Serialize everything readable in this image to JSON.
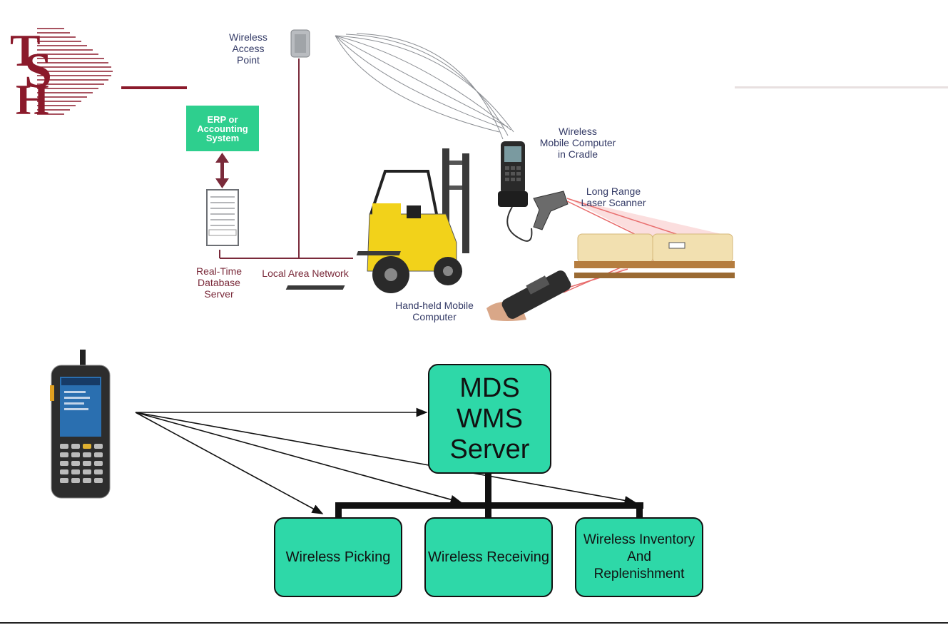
{
  "network_diagram": {
    "labels": {
      "access_point": "Wireless\nAccess\nPoint",
      "erp": "ERP or\nAccounting\nSystem",
      "db_server": "Real-Time\nDatabase\nServer",
      "lan": "Local Area Network",
      "mobile_cradle": "Wireless\nMobile Computer\nin Cradle",
      "laser_scanner": "Long Range\nLaser Scanner",
      "handheld": "Hand-held Mobile\nComputer"
    }
  },
  "wms_diagram": {
    "server": "MDS\nWMS\nServer",
    "modules": [
      "Wireless Picking",
      "Wireless Receiving",
      "Wireless Inventory\nAnd\nReplenishment"
    ]
  },
  "colors": {
    "brand_red": "#8b1a2b",
    "box_green": "#2ed8a8",
    "erp_green": "#2ecf8e",
    "label_blue": "#333a66"
  },
  "icons": [
    "tsh-logo",
    "access-point-icon",
    "database-server-icon",
    "forklift-icon",
    "mobile-computer-icon",
    "laser-scanner-icon",
    "pallet-icon",
    "handheld-scanner-icon",
    "mobile-device-icon"
  ]
}
